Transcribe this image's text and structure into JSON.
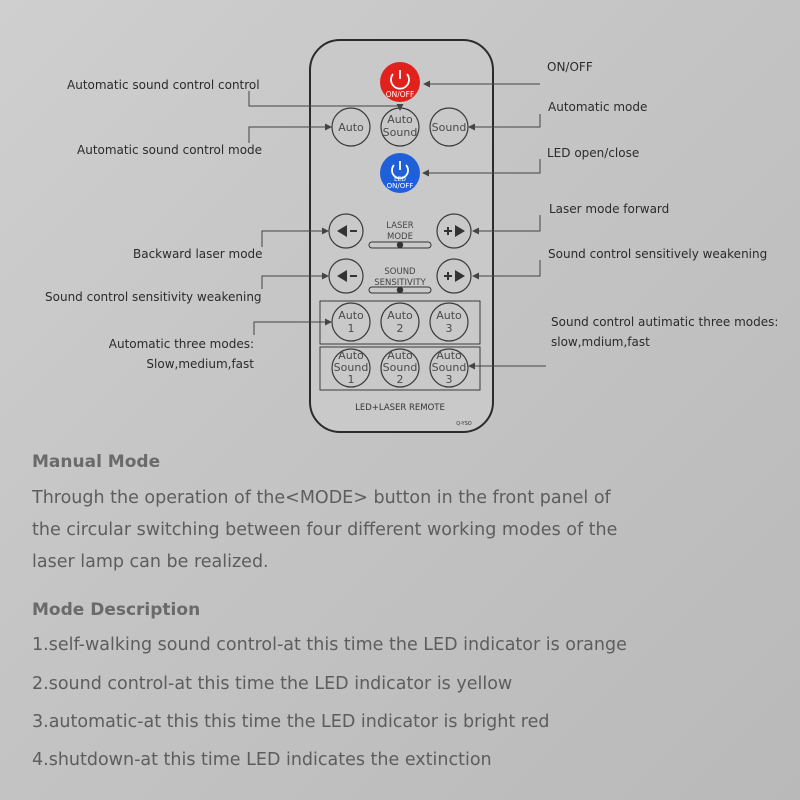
{
  "remote": {
    "power_label": "ON/OFF",
    "led_power_top": "LED",
    "led_power_bottom": "ON/OFF",
    "btn_auto": "Auto",
    "btn_auto_sound_1": "Auto",
    "btn_auto_sound_2": "Sound",
    "btn_sound": "Sound",
    "laser_mode_1": "LASER",
    "laser_mode_2": "MODE",
    "sound_sens_1": "SOUND",
    "sound_sens_2": "SENSITIVITY",
    "auto1_a": "Auto",
    "auto1_b": "1",
    "auto2_a": "Auto",
    "auto2_b": "2",
    "auto3_a": "Auto",
    "auto3_b": "3",
    "as1_a": "Auto",
    "as1_b": "Sound",
    "as1_c": "1",
    "as2_a": "Auto",
    "as2_b": "Sound",
    "as2_c": "2",
    "as3_a": "Auto",
    "as3_b": "Sound",
    "as3_c": "3",
    "footer": "LED+LASER REMOTE",
    "model": "Q-YSO"
  },
  "callouts": {
    "on_off": "ON/OFF",
    "auto_sound_control_control": "Automatic sound control control",
    "automatic_mode": "Automatic mode",
    "auto_sound_control_mode": "Automatic sound control mode",
    "led_open_close": "LED open/close",
    "laser_mode_forward": "Laser mode forward",
    "backward_laser_mode": "Backward laser mode",
    "sound_sens_weakening_right": "Sound control sensitively weakening",
    "sound_sens_weakening_left": "Sound control sensitivity weakening",
    "auto_three_modes_1": "Automatic three modes:",
    "auto_three_modes_2": "Slow,medium,fast",
    "sound_auto_three_1": "Sound control autimatic three modes:",
    "sound_auto_three_2": "slow,mdium,fast"
  },
  "manual": {
    "heading": "Manual Mode",
    "lines": [
      "Through the operation of the<MODE> button in the front panel of",
      "the circular switching between four different working modes of the",
      "laser lamp can be realized."
    ]
  },
  "mode_description": {
    "heading": "Mode Description",
    "items": [
      "1.self-walking sound control-at this time the LED indicator is orange",
      "2.sound control-at this time the LED indicator is yellow",
      "3.automatic-at this this time the LED indicator is bright red",
      "4.shutdown-at this time LED indicates the extinction"
    ]
  },
  "colors": {
    "power_red": "#e0211c",
    "led_blue": "#1f5fd8"
  }
}
